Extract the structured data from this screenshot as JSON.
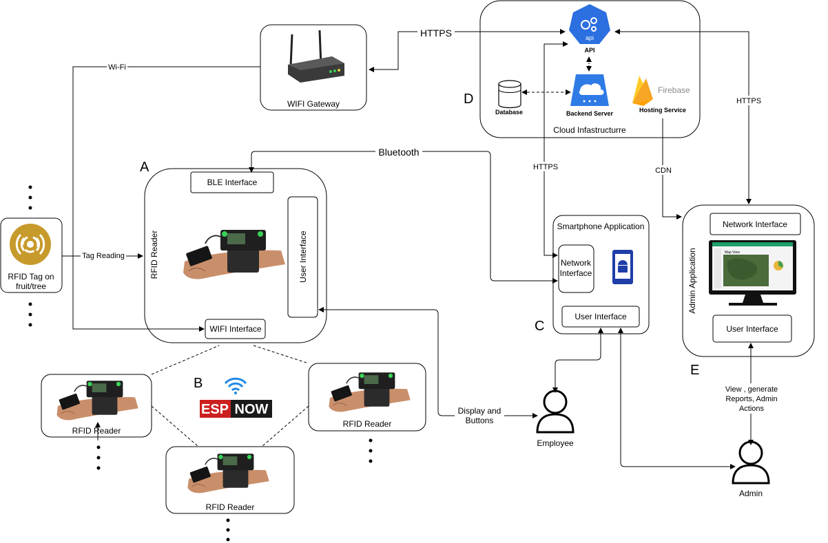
{
  "labels": {
    "rfid_tag": [
      "RFID Tag on",
      "fruit/tree"
    ],
    "tag_reading": "Tag Reading",
    "wifi_edge": "Wi-Fi",
    "wifi_gateway": "WIFI Gateway",
    "https_top": "HTTPS",
    "https_mid": "HTTPS",
    "https_right": "HTTPS",
    "bluetooth": "Bluetooth",
    "cdn": "CDN",
    "section_a": "A",
    "section_b": "B",
    "section_c": "C",
    "section_d": "D",
    "section_e": "E",
    "ble_interface": "BLE Interface",
    "wifi_interface": "WIFI Interface",
    "user_interface_reader": "User Interface",
    "rfid_reader_vertical": "RFID Reader",
    "rfid_reader_1": "RFID Reader",
    "rfid_reader_2": "RFID Reader",
    "rfid_reader_3": "RFID Reader",
    "esp_now": [
      "ESP",
      "NOW"
    ],
    "display_buttons": [
      "Display and",
      "Buttons"
    ],
    "api": "API",
    "api_icon_text": "api",
    "database": "Database",
    "backend_server": "Backend Server",
    "firebase": "Firebase",
    "hosting_service": "Hosting Service",
    "cloud_infra": "Cloud Infastructurre",
    "smartphone_app": "Smartphone Application",
    "network_interface_phone": [
      "Network",
      "Interface"
    ],
    "user_interface_phone": "User Interface",
    "employee": "Employee",
    "admin_application": "Admin Application",
    "network_interface_admin": "Network Interface",
    "user_interface_admin": "User Interface",
    "admin_actions": [
      "View , generate",
      "Reports, Admin",
      "Actions"
    ],
    "admin": "Admin",
    "map_view": "Map View"
  },
  "colors": {
    "esp_red": "#cc1f1f",
    "esp_dark": "#1a1a1a",
    "tag_gold": "#c79a2c",
    "api_blue": "#2b6fe0",
    "server_blue": "#2f7be6",
    "firebase_orange": "#f6a623",
    "firebase_yellow": "#ffca28",
    "android_blue": "#1f3ea8",
    "android_green": "#8bc34a",
    "wifi_blue": "#1e88e5",
    "skin": "#c98f6b",
    "device_green": "#38d157"
  }
}
